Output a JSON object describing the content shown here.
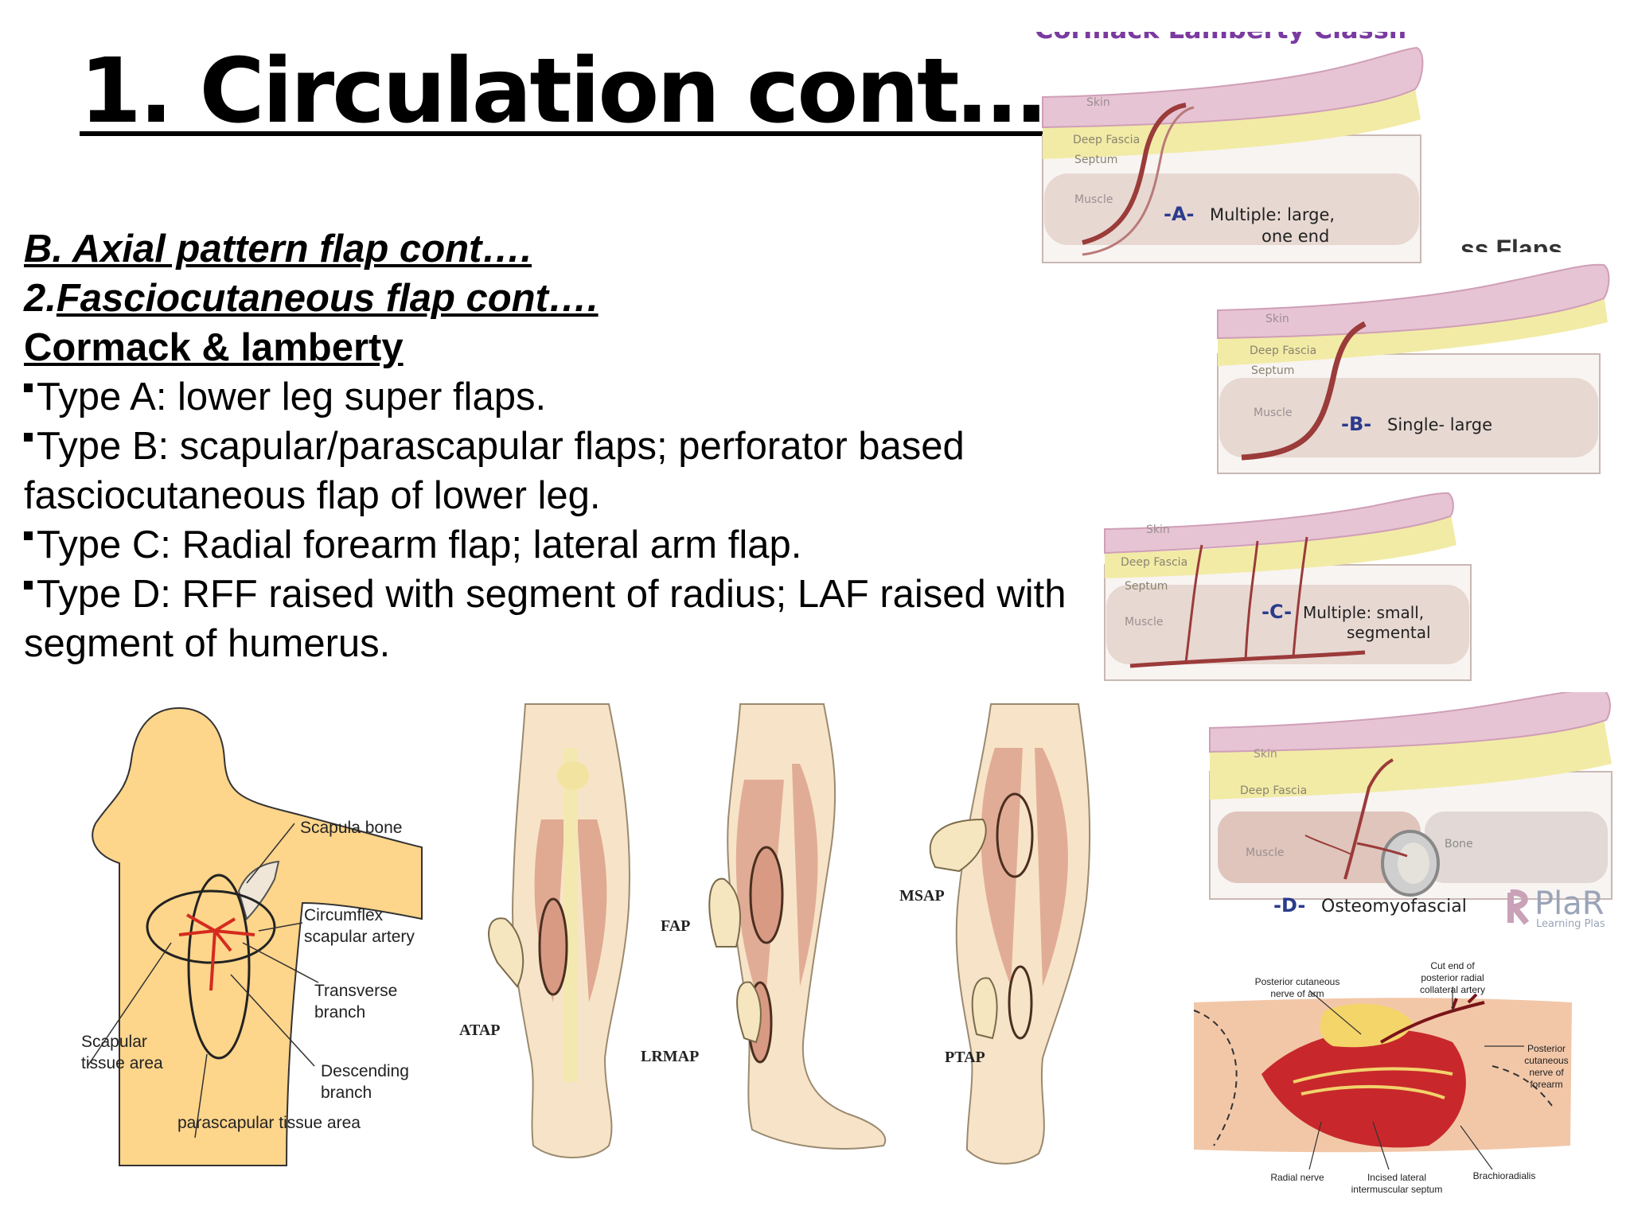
{
  "slide": {
    "title": "1. Circulation cont….",
    "heading_b": "B. Axial pattern flap cont….",
    "heading_2_prefix": "2.",
    "heading_2": "Fasciocutaneous flap cont….",
    "subheading": "Cormack & lamberty",
    "bullets": [
      "Type A: lower leg super flaps.",
      "Type B: scapular/parascapular flaps; perforator based",
      "Type C: Radial forearm flap; lateral arm flap.",
      "Type D: RFF raised with segment of radius; LAF raised with"
    ],
    "continuations": {
      "b": "fasciocutaneous flap of lower leg.",
      "d": "segment of humerus."
    }
  },
  "cormack_diagrams": {
    "header_partial": "Cormack Lamberty Classif",
    "partial_right": "ss Flaps",
    "layers": {
      "skin": "Skin",
      "deep_fascia": "Deep Fascia",
      "septum": "Septum",
      "muscle": "Muscle",
      "bone": "Bone"
    },
    "types": [
      {
        "letter": "-A-",
        "line1": "Multiple: large,",
        "line2": "one end"
      },
      {
        "letter": "-B-",
        "line1": "Single- large",
        "line2": ""
      },
      {
        "letter": "-C-",
        "line1": "Multiple: small,",
        "line2": "segmental"
      },
      {
        "letter": "-D-",
        "line1": "Osteomyofascial",
        "line2": ""
      }
    ],
    "watermark": "PlaR",
    "watermark_sub": "Learning Plas"
  },
  "scapular_figure": {
    "labels": {
      "scapula_bone": "Scapula bone",
      "circumflex_1": "Circumflex",
      "circumflex_2": "scapular artery",
      "transverse_1": "Transverse",
      "transverse_2": "branch",
      "scapular_1": "Scapular",
      "scapular_2": "tissue area",
      "descending_1": "Descending",
      "descending_2": "branch",
      "parascapular": "parascapular tissue area"
    }
  },
  "leg_figure": {
    "labels": {
      "atap": "ATAP",
      "fap": "FAP",
      "lrmap": "LRMAP",
      "msap": "MSAP",
      "ptap": "PTAP"
    }
  },
  "forearm_figure": {
    "labels": {
      "posterior_cut_1": "Posterior cutaneous",
      "posterior_cut_2": "nerve of arm",
      "cut_end_1": "Cut end of",
      "cut_end_2": "posterior radial",
      "cut_end_3": "collateral artery",
      "post_forearm_1": "Posterior",
      "post_forearm_2": "cutaneous",
      "post_forearm_3": "nerve of",
      "post_forearm_4": "forearm",
      "radial_nerve": "Radial nerve",
      "incised_1": "Incised lateral",
      "incised_2": "intermuscular septum",
      "brachioradialis": "Brachioradialis"
    }
  },
  "colors": {
    "skin_pink": "#e8c7d6",
    "fascia_yellow": "#f3eca0",
    "muscle_tan": "#e9dcd6",
    "vessel": "#9b3b3a",
    "label_blue": "#2b3b8c",
    "body_yellow": "#fdd58b",
    "leg_skin": "#f7e4c8",
    "muscle_red": "#d99a84"
  }
}
